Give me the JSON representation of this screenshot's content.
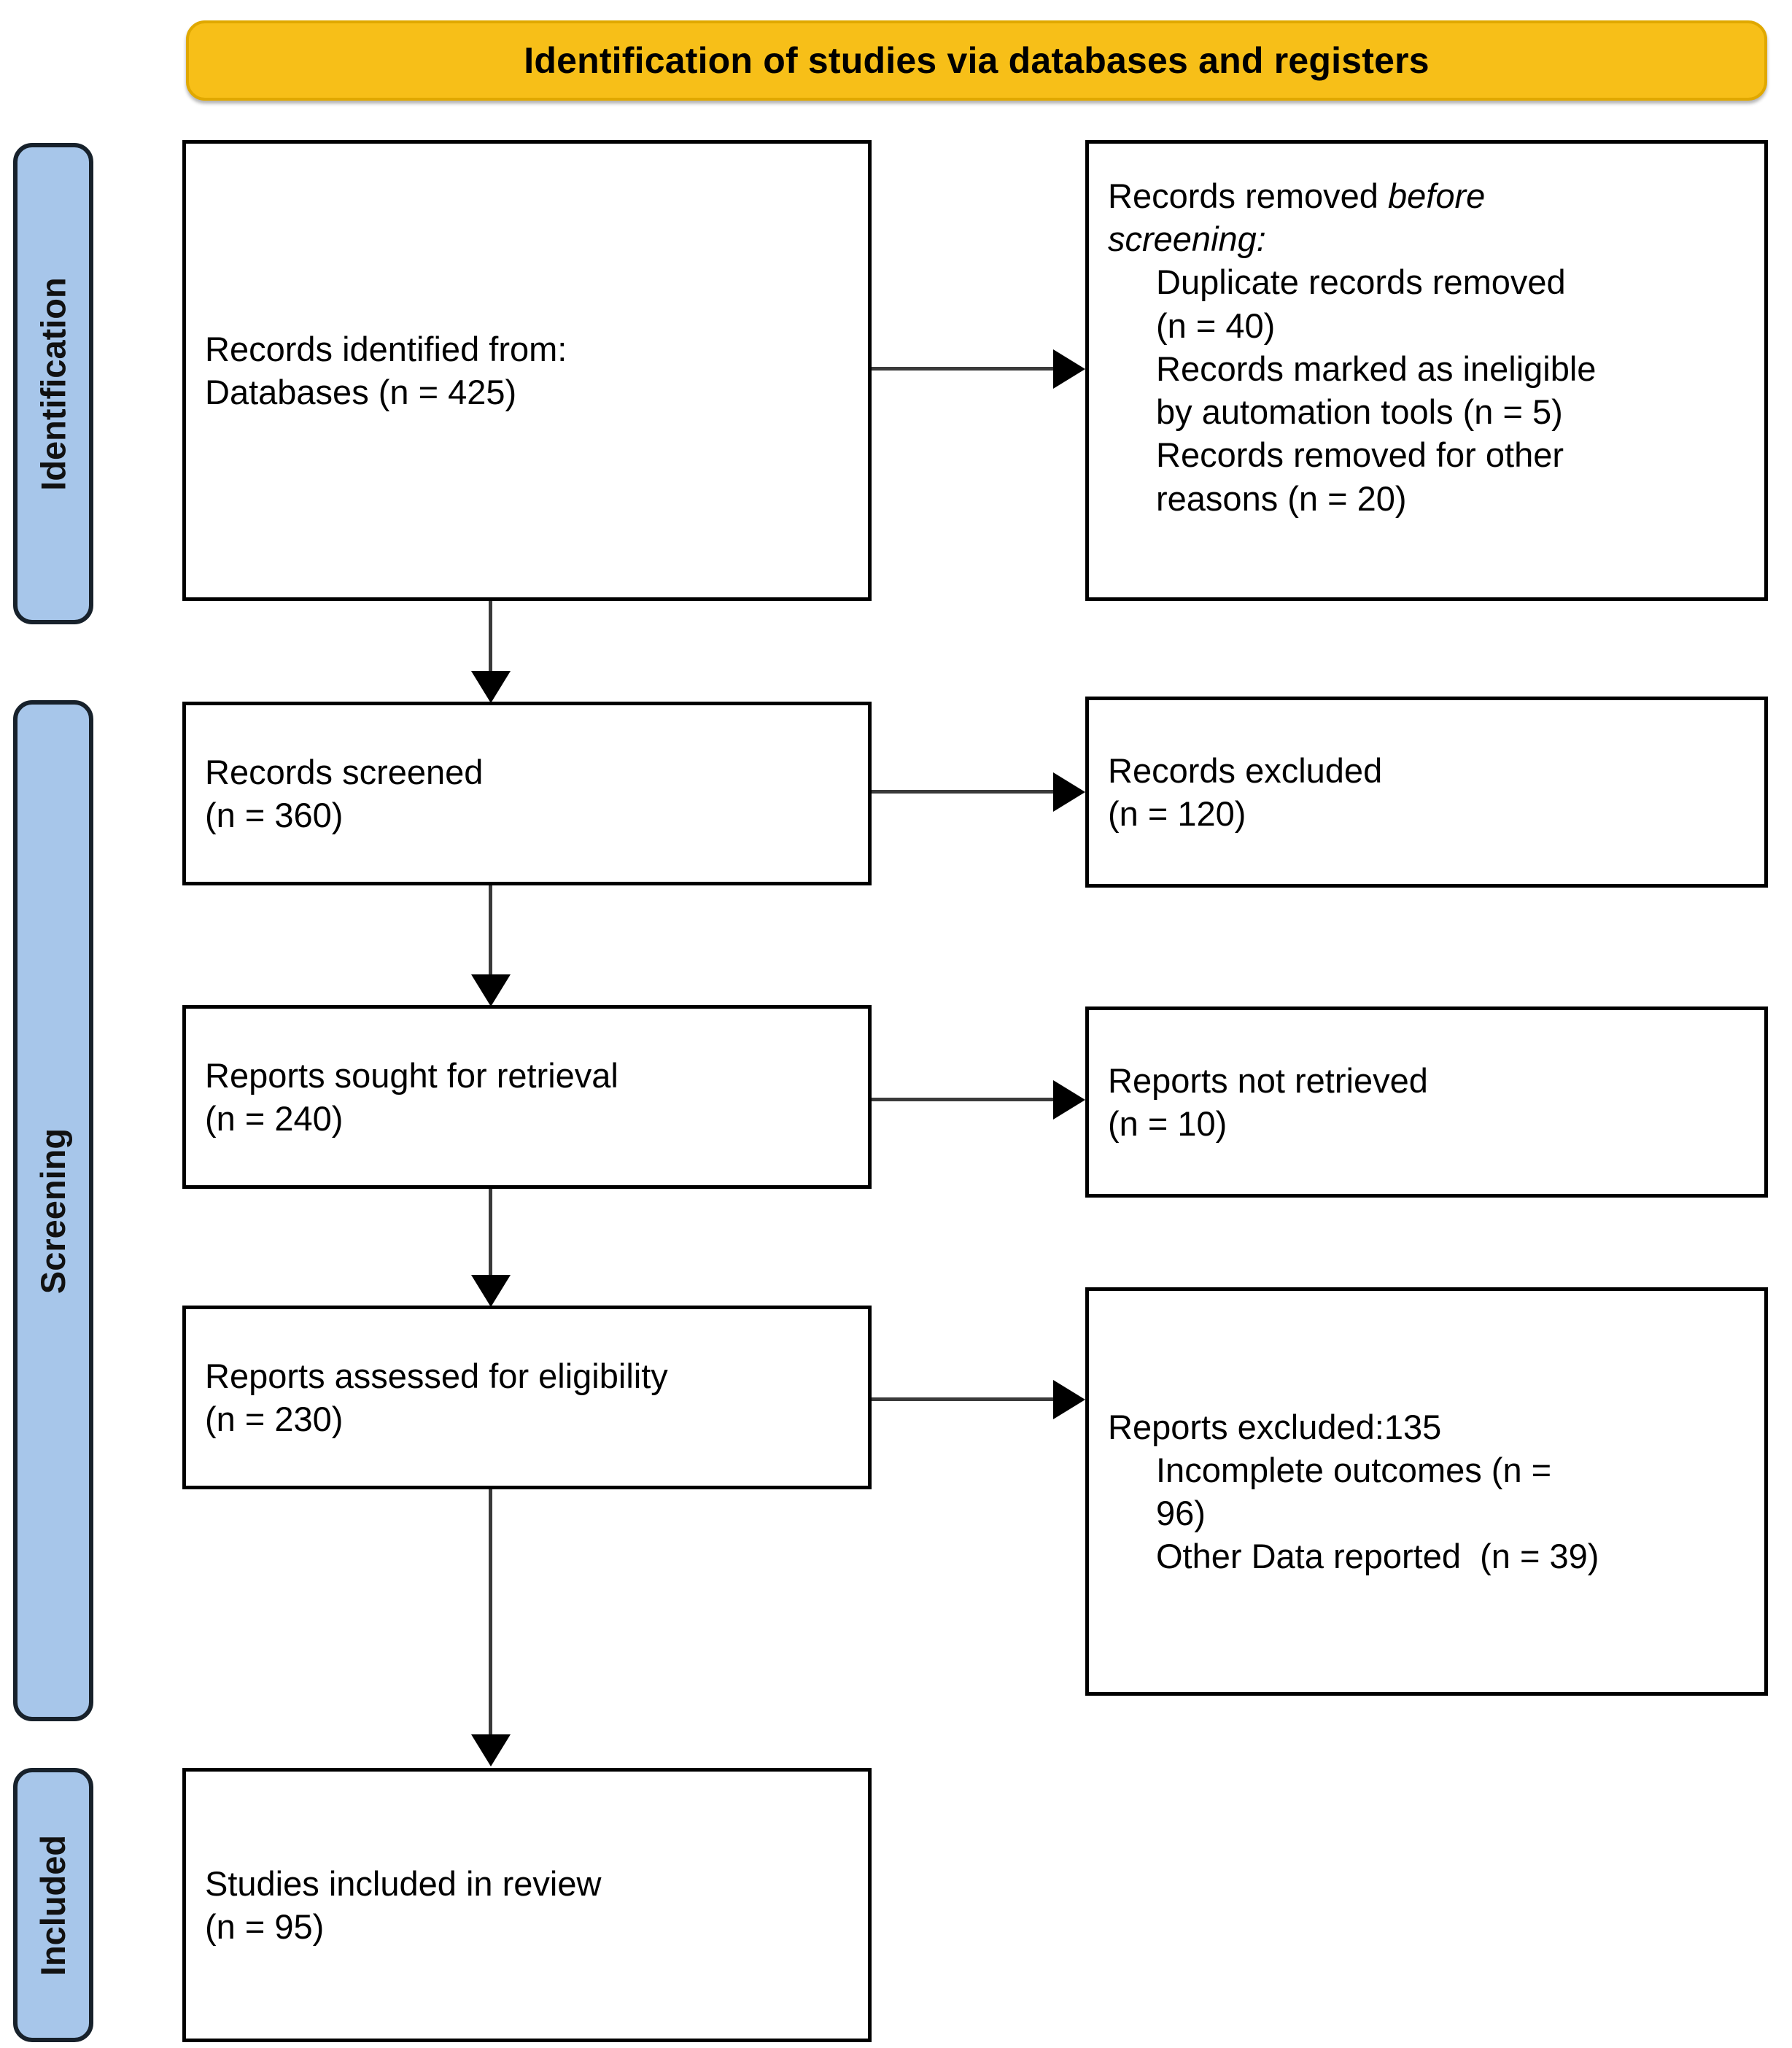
{
  "diagram": {
    "title": "Identification of studies via databases and registers",
    "accent_banner_color": "#f7bf18",
    "rail_color": "#a7c6ea",
    "stages": [
      {
        "id": "identification",
        "label": "Identification"
      },
      {
        "id": "screening",
        "label": "Screening"
      },
      {
        "id": "included",
        "label": "Included"
      }
    ],
    "boxes": {
      "records_identified": {
        "lines": [
          "Records identified from:",
          "Databases (n = 425)"
        ]
      },
      "records_removed": {
        "lines": [
          {
            "text": "Records removed ",
            "italic_tail": "before"
          },
          {
            "text": "screening:",
            "italic": true
          },
          {
            "text": "Duplicate records removed",
            "indent": true
          },
          {
            "text": "(n = 40)",
            "indent": true
          },
          {
            "text": "Records marked as ineligible",
            "indent": true
          },
          {
            "text": "by automation tools (n = 5)",
            "indent": true
          },
          {
            "text": "Records removed for other",
            "indent": true
          },
          {
            "text": "reasons (n = 20)",
            "indent": true
          }
        ]
      },
      "records_screened": {
        "lines": [
          "Records screened",
          "(n = 360)"
        ]
      },
      "records_excluded": {
        "lines": [
          "Records excluded",
          "(n = 120)"
        ]
      },
      "reports_sought": {
        "lines": [
          "Reports sought for retrieval",
          "(n = 240)"
        ]
      },
      "reports_not_retrieved": {
        "lines": [
          "Reports not retrieved",
          "(n = 10)"
        ]
      },
      "reports_assessed": {
        "lines": [
          "Reports assessed for eligibility",
          "(n = 230)"
        ]
      },
      "reports_excluded": {
        "lines": [
          {
            "text": "Reports excluded:135"
          },
          {
            "text": "Incomplete outcomes (n =",
            "indent": true
          },
          {
            "text": "96)",
            "indent": true
          },
          {
            "text": "Other Data reported  (n = 39)",
            "indent": true
          }
        ]
      },
      "studies_included": {
        "lines": [
          "Studies included in review",
          "(n = 95)"
        ]
      }
    },
    "counts": {
      "databases": 425,
      "duplicates_removed": 40,
      "ineligible_automation": 5,
      "removed_other": 20,
      "screened": 360,
      "excluded_screening": 120,
      "sought_retrieval": 240,
      "not_retrieved": 10,
      "assessed_eligibility": 230,
      "reports_excluded_total": 135,
      "incomplete_outcomes": 96,
      "other_data_reported": 39,
      "included_in_review": 95
    }
  }
}
